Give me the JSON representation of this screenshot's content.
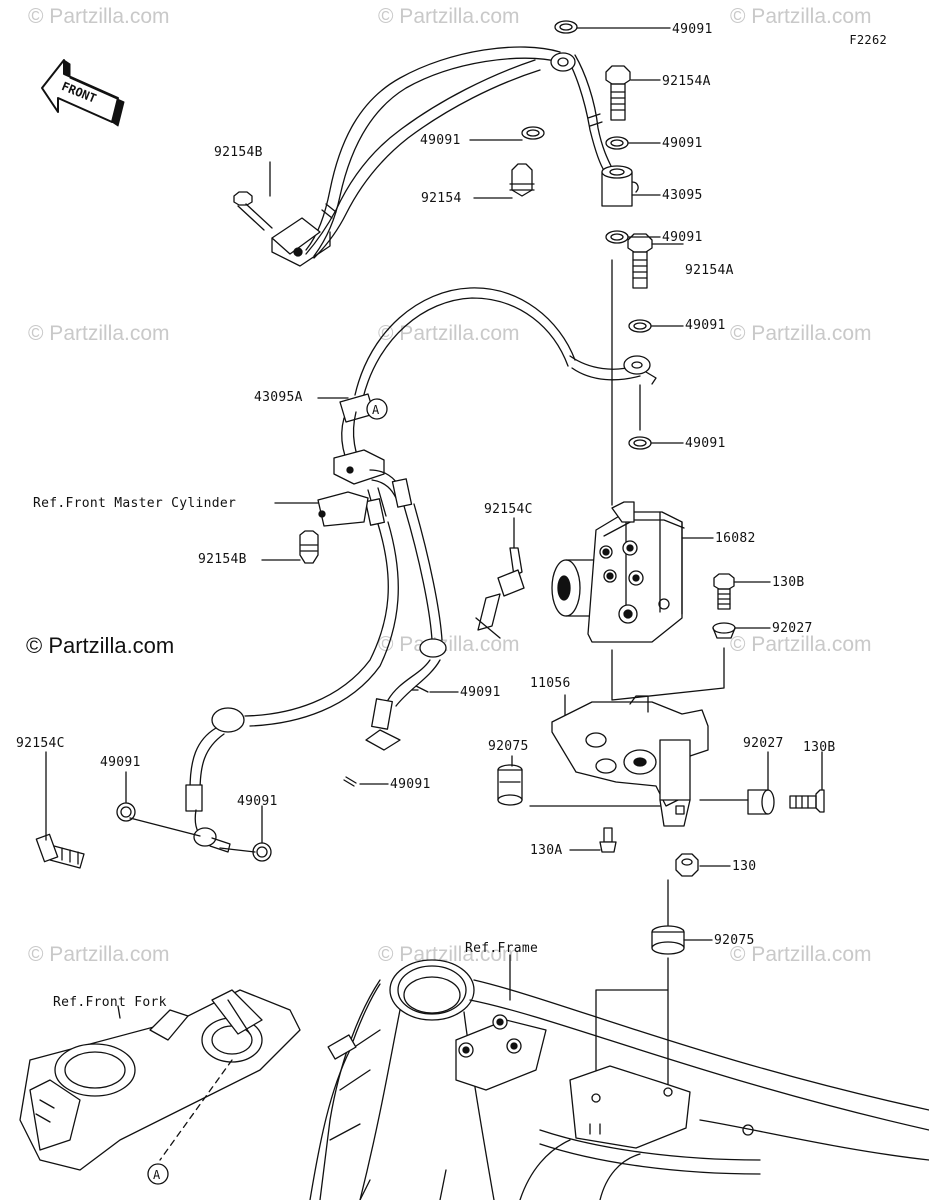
{
  "figure_id": "F2262",
  "brand_text": "© Partzilla.com",
  "watermark_text": "© Partzilla.com",
  "front_arrow_label": "FRONT",
  "callout_a": "A",
  "refs": {
    "master_cylinder": "Ref.Front Master Cylinder",
    "front_fork": "Ref.Front Fork",
    "frame": "Ref.Frame"
  },
  "parts": [
    {
      "id": "p01",
      "label": "49091"
    },
    {
      "id": "p02",
      "label": "92154A"
    },
    {
      "id": "p03",
      "label": "49091"
    },
    {
      "id": "p04",
      "label": "49091"
    },
    {
      "id": "p05",
      "label": "43095"
    },
    {
      "id": "p06",
      "label": "92154B"
    },
    {
      "id": "p07",
      "label": "92154"
    },
    {
      "id": "p08",
      "label": "49091"
    },
    {
      "id": "p09",
      "label": "92154A"
    },
    {
      "id": "p10",
      "label": "49091"
    },
    {
      "id": "p11",
      "label": "43095A"
    },
    {
      "id": "p12",
      "label": "49091"
    },
    {
      "id": "p13",
      "label": "92154C"
    },
    {
      "id": "p14",
      "label": "16082"
    },
    {
      "id": "p15",
      "label": "92154B"
    },
    {
      "id": "p16",
      "label": "130B"
    },
    {
      "id": "p17",
      "label": "92027"
    },
    {
      "id": "p18",
      "label": "11056"
    },
    {
      "id": "p19",
      "label": "49091"
    },
    {
      "id": "p20",
      "label": "92154C"
    },
    {
      "id": "p21",
      "label": "49091"
    },
    {
      "id": "p22",
      "label": "92075"
    },
    {
      "id": "p23",
      "label": "92027"
    },
    {
      "id": "p24",
      "label": "130B"
    },
    {
      "id": "p25",
      "label": "49091"
    },
    {
      "id": "p26",
      "label": "49091"
    },
    {
      "id": "p27",
      "label": "130A"
    },
    {
      "id": "p28",
      "label": "130"
    },
    {
      "id": "p29",
      "label": "92075"
    }
  ],
  "colors": {
    "line": "#111111",
    "watermark": "#c9c9c9",
    "background": "#ffffff"
  }
}
